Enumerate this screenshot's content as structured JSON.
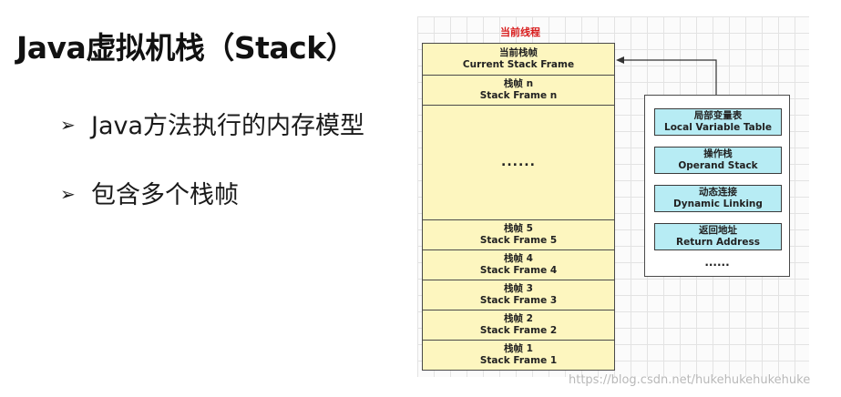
{
  "title": "Java虚拟机栈（Stack）",
  "bullets": [
    {
      "marker": "➢",
      "text": "Java方法执行的内存模型"
    },
    {
      "marker": "➢",
      "text": "包含多个栈帧"
    }
  ],
  "diagram": {
    "thread_label": "当前线程",
    "frames": [
      {
        "cn": "当前栈帧",
        "en": "Current Stack Frame"
      },
      {
        "cn": "栈帧 n",
        "en": "Stack Frame n"
      },
      {
        "cn": "......",
        "en": ""
      },
      {
        "cn": "栈帧 5",
        "en": "Stack Frame 5"
      },
      {
        "cn": "栈帧 4",
        "en": "Stack Frame 4"
      },
      {
        "cn": "栈帧 3",
        "en": "Stack Frame 3"
      },
      {
        "cn": "栈帧 2",
        "en": "Stack Frame 2"
      },
      {
        "cn": "栈帧 1",
        "en": "Stack Frame 1"
      }
    ],
    "frame_detail": [
      {
        "cn": "局部变量表",
        "en": "Local Variable Table"
      },
      {
        "cn": "操作栈",
        "en": "Operand Stack"
      },
      {
        "cn": "动态连接",
        "en": "Dynamic Linking"
      },
      {
        "cn": "返回地址",
        "en": "Return Address"
      }
    ],
    "frame_detail_more": "......",
    "colors": {
      "stack_fill": "#fdf6bf",
      "slot_fill": "#b7ecf4",
      "thread_label": "#d81b1b"
    }
  },
  "watermark": "https://blog.csdn.net/hukehukehukehuke"
}
